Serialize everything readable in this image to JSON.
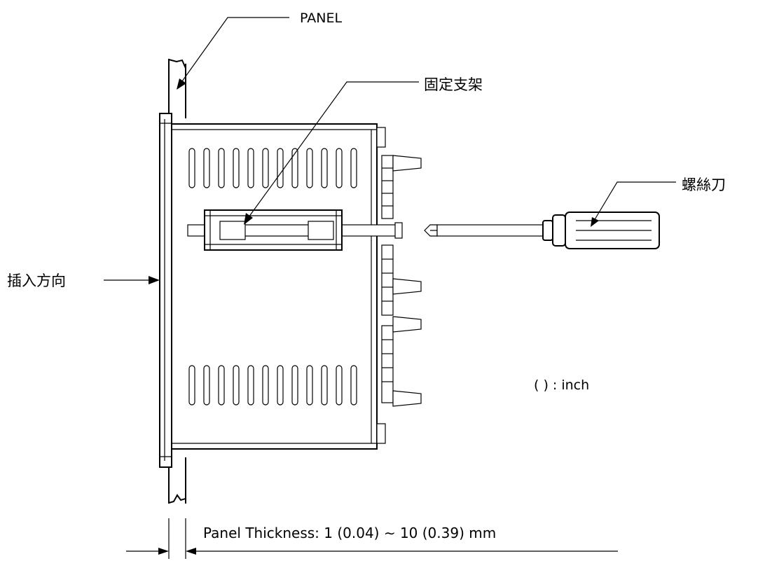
{
  "labels": {
    "panel": "PANEL",
    "bracket": "固定支架",
    "screwdriver": "螺絲刀",
    "insert_direction": "插入方向",
    "unit_note": "( ) : inch",
    "thickness": "Panel Thickness: 1 (0.04) ∼ 10 (0.39) mm"
  }
}
